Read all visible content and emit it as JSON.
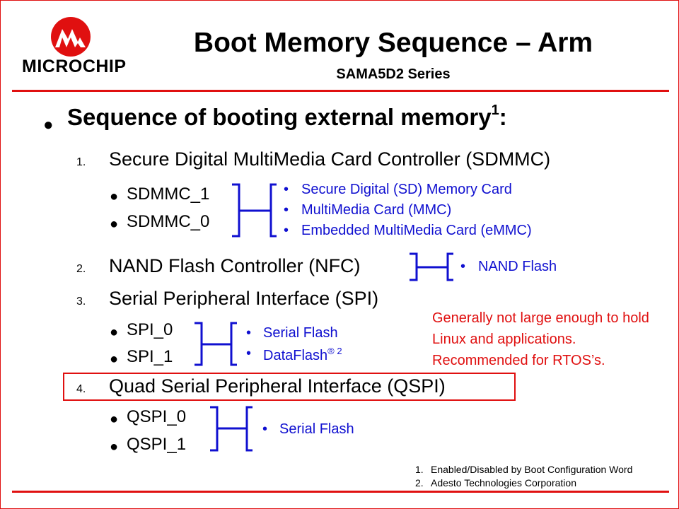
{
  "header": {
    "brand": "MICROCHIP",
    "title": "Boot Memory Sequence – Arm",
    "subtitle": "SAMA5D2 Series"
  },
  "heading": {
    "text": "Sequence of booting external memory",
    "footnote_ref": "1",
    "suffix": ":"
  },
  "items": [
    {
      "num": "1.",
      "label": "Secure Digital MultiMedia Card Controller (SDMMC)",
      "sub": [
        "SDMMC_1",
        "SDMMC_0"
      ],
      "targets": [
        "Secure Digital (SD) Memory Card",
        "MultiMedia Card (MMC)",
        "Embedded MultiMedia Card (eMMC)"
      ]
    },
    {
      "num": "2.",
      "label": "NAND Flash Controller (NFC)",
      "targets": [
        "NAND Flash"
      ]
    },
    {
      "num": "3.",
      "label": "Serial Peripheral Interface (SPI)",
      "sub": [
        "SPI_0",
        "SPI_1"
      ],
      "targets": [
        "Serial Flash",
        "DataFlash"
      ],
      "dataflash_marks": "® 2"
    },
    {
      "num": "4.",
      "label": "Quad Serial Peripheral Interface (QSPI)",
      "sub": [
        "QSPI_0",
        "QSPI_1"
      ],
      "targets": [
        "Serial Flash"
      ]
    }
  ],
  "note": "Generally not large enough to hold Linux and applications. Recommended for RTOS’s.",
  "footnotes": [
    {
      "num": "1.",
      "text": "Enabled/Disabled by Boot Configuration Word"
    },
    {
      "num": "2.",
      "text": "Adesto Technologies Corporation"
    }
  ],
  "colors": {
    "accent": "#e01010",
    "link_blue": "#1010d0"
  },
  "icons": {
    "bullet": "●",
    "blue_bullet": "•"
  }
}
